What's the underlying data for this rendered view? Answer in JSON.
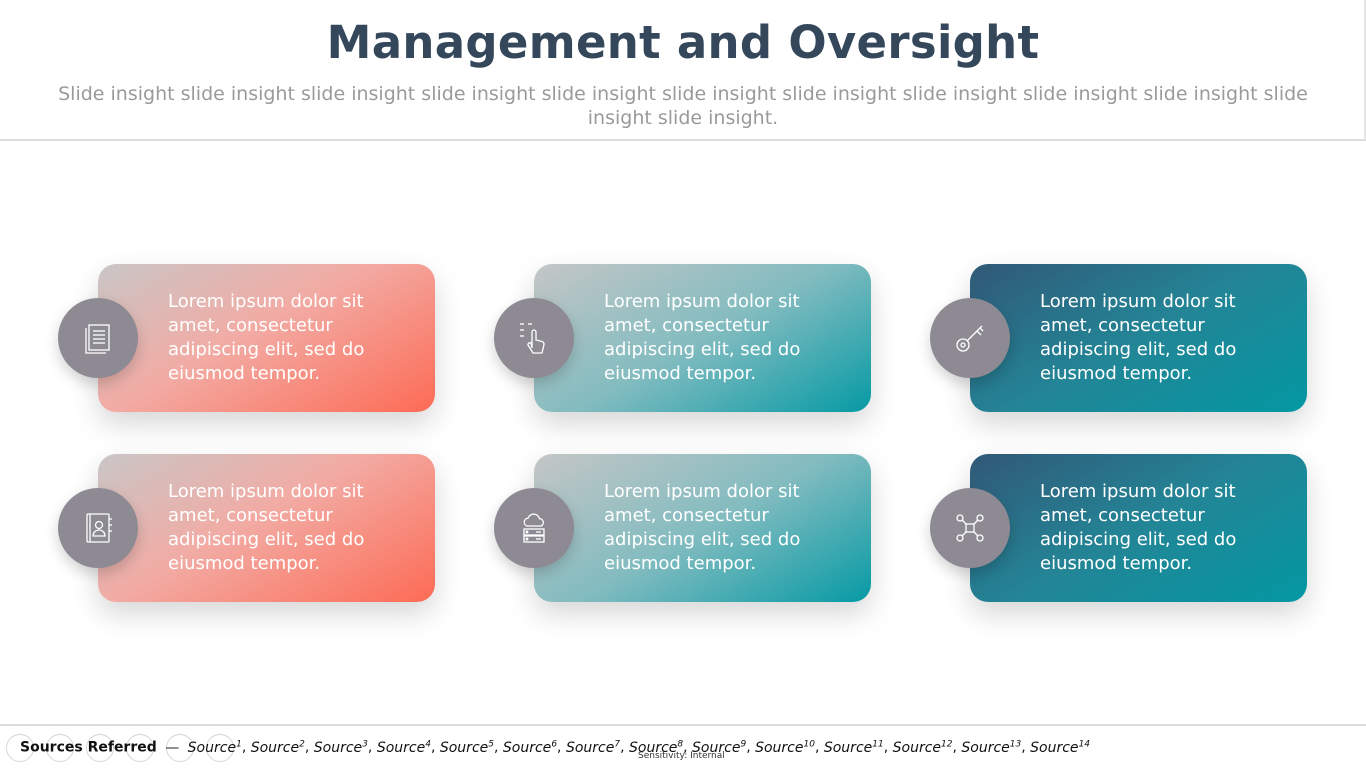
{
  "slide": {
    "title": "Management and Oversight",
    "subtitle": "Slide insight slide insight slide insight slide insight slide insight slide insight slide insight slide insight slide insight slide insight slide insight slide insight."
  },
  "cards": [
    {
      "text": "Lorem ipsum dolor sit amet, consectetur adipiscing elit, sed do eiusmod tempor.",
      "icon": "document-icon",
      "color": "#fd6b55"
    },
    {
      "text": "Lorem ipsum dolor sit amet, consectetur adipiscing elit, sed do eiusmod tempor.",
      "icon": "touch-hand-icon",
      "color": "#069aa4"
    },
    {
      "text": "Lorem ipsum dolor sit amet, consectetur adipiscing elit, sed do eiusmod tempor.",
      "icon": "key-icon",
      "color": "#238596"
    },
    {
      "text": "Lorem ipsum dolor sit amet, consectetur adipiscing elit, sed do eiusmod tempor.",
      "icon": "contact-book-icon",
      "color": "#fd6b55"
    },
    {
      "text": "Lorem ipsum dolor sit amet, consectetur adipiscing elit, sed do eiusmod tempor.",
      "icon": "cloud-server-icon",
      "color": "#069aa4"
    },
    {
      "text": "Lorem ipsum dolor sit amet, consectetur adipiscing elit, sed do eiusmod tempor.",
      "icon": "network-nodes-icon",
      "color": "#238596"
    }
  ],
  "footer": {
    "label": "Sources Referred",
    "dash": "—",
    "sources": [
      {
        "name": "Source",
        "num": "1"
      },
      {
        "name": "Source",
        "num": "2"
      },
      {
        "name": "Source",
        "num": "3"
      },
      {
        "name": "Source",
        "num": "4"
      },
      {
        "name": "Source",
        "num": "5"
      },
      {
        "name": "Source",
        "num": "6"
      },
      {
        "name": "Source",
        "num": "7"
      },
      {
        "name": "Source",
        "num": "8"
      },
      {
        "name": "Source",
        "num": "9"
      },
      {
        "name": "Source",
        "num": "10"
      },
      {
        "name": "Source",
        "num": "11"
      },
      {
        "name": "Source",
        "num": "12"
      },
      {
        "name": "Source",
        "num": "13"
      },
      {
        "name": "Source",
        "num": "14"
      }
    ],
    "sensitivity": "Sensitivity: Internal"
  },
  "colors": {
    "title": "#34475b",
    "subtitle": "#9a9a9a",
    "icon_circle": "#8d8a93"
  }
}
